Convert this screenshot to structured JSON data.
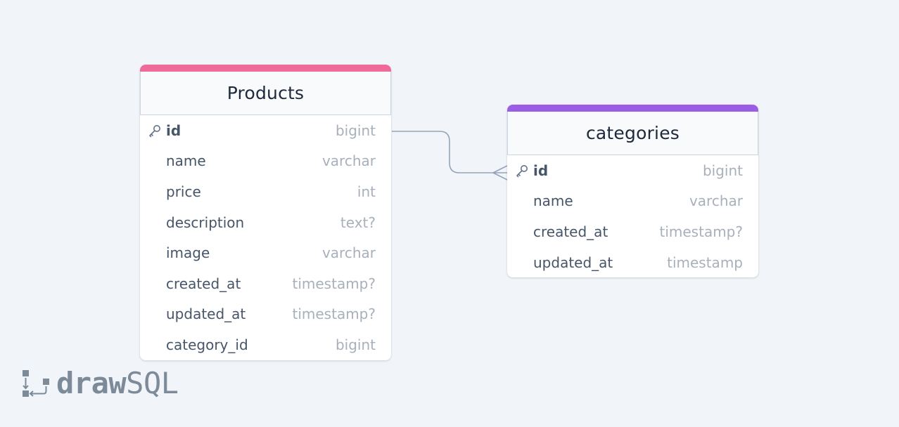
{
  "tables": [
    {
      "id": "products",
      "name": "Products",
      "accent_color": "#f06a99",
      "columns": [
        {
          "name": "id",
          "type": "bigint",
          "primary_key": true
        },
        {
          "name": "name",
          "type": "varchar",
          "primary_key": false
        },
        {
          "name": "price",
          "type": "int",
          "primary_key": false
        },
        {
          "name": "description",
          "type": "text?",
          "primary_key": false
        },
        {
          "name": "image",
          "type": "varchar",
          "primary_key": false
        },
        {
          "name": "created_at",
          "type": "timestamp?",
          "primary_key": false
        },
        {
          "name": "updated_at",
          "type": "timestamp?",
          "primary_key": false
        },
        {
          "name": "category_id",
          "type": "bigint",
          "primary_key": false
        }
      ]
    },
    {
      "id": "categories",
      "name": "categories",
      "accent_color": "#9b5de5",
      "columns": [
        {
          "name": "id",
          "type": "bigint",
          "primary_key": true
        },
        {
          "name": "name",
          "type": "varchar",
          "primary_key": false
        },
        {
          "name": "created_at",
          "type": "timestamp?",
          "primary_key": false
        },
        {
          "name": "updated_at",
          "type": "timestamp",
          "primary_key": false
        }
      ]
    }
  ],
  "relationship": {
    "from_table": "Products",
    "from_column": "id",
    "to_table": "categories",
    "to_column": "id",
    "to_end": "many",
    "line_color": "#94a3b8"
  },
  "branding": {
    "draw": "draw",
    "sql": "SQL",
    "color": "#7c8a99"
  },
  "icons": {
    "primary_key": "key-icon",
    "logo": "drawsql-logo-icon"
  }
}
